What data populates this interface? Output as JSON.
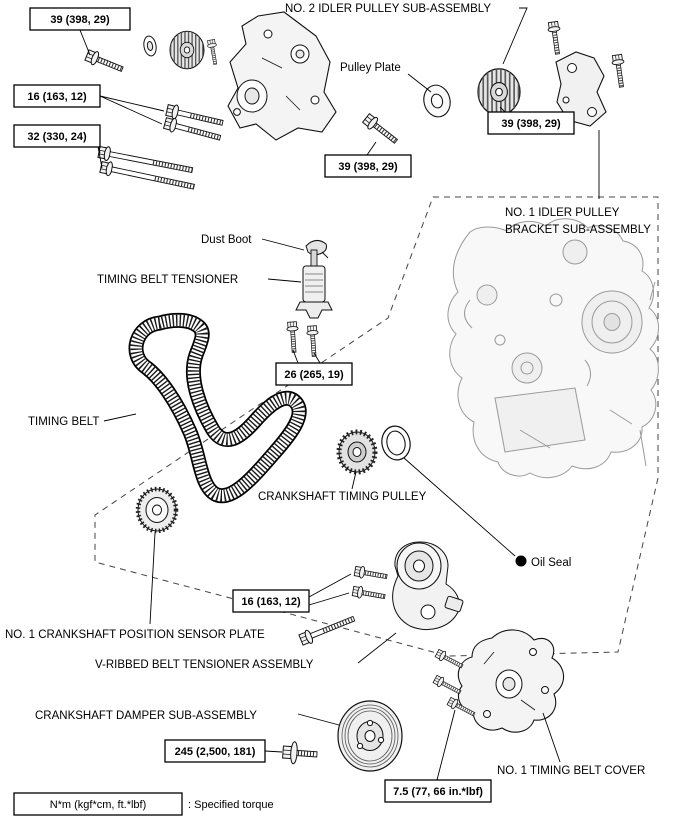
{
  "figure": {
    "bg": "#ffffff",
    "line_color": "#000000",
    "ghost_color": "#9a9a9a"
  },
  "torques": {
    "bolt_39_topleft": "39 (398, 29)",
    "bolt_16_top": "16 (163, 12)",
    "bolt_32": "32 (330, 24)",
    "bolt_39_center": "39 (398, 29)",
    "bolt_39_right": "39 (398, 29)",
    "bolt_26": "26 (265, 19)",
    "bolt_16_bottom": "16 (163, 12)",
    "bolt_245": "245 (2,500, 181)",
    "bolt_7_5": "7.5 (77, 66 in.*lbf)"
  },
  "labels": {
    "no2_idler_pulley": "NO. 2 IDLER PULLEY SUB-ASSEMBLY",
    "pulley_plate": "Pulley Plate",
    "no1_idler_bracket_1": "NO. 1 IDLER PULLEY",
    "no1_idler_bracket_2": "BRACKET SUB-ASSEMBLY",
    "dust_boot": "Dust Boot",
    "timing_belt_tensioner": "TIMING BELT TENSIONER",
    "timing_belt": "TIMING BELT",
    "crankshaft_timing_pulley": "CRANKSHAFT TIMING PULLEY",
    "oil_seal": "Oil Seal",
    "crankshaft_position_sensor_plate": "NO. 1 CRANKSHAFT POSITION SENSOR PLATE",
    "v_ribbed_belt_tensioner": "V-RIBBED BELT TENSIONER ASSEMBLY",
    "crankshaft_damper": "CRANKSHAFT DAMPER SUB-ASSEMBLY",
    "no1_timing_belt_cover": "NO. 1 TIMING BELT COVER"
  },
  "legend": {
    "unit_box": "N*m (kgf*cm, ft.*lbf)",
    "caption": ": Specified torque"
  }
}
